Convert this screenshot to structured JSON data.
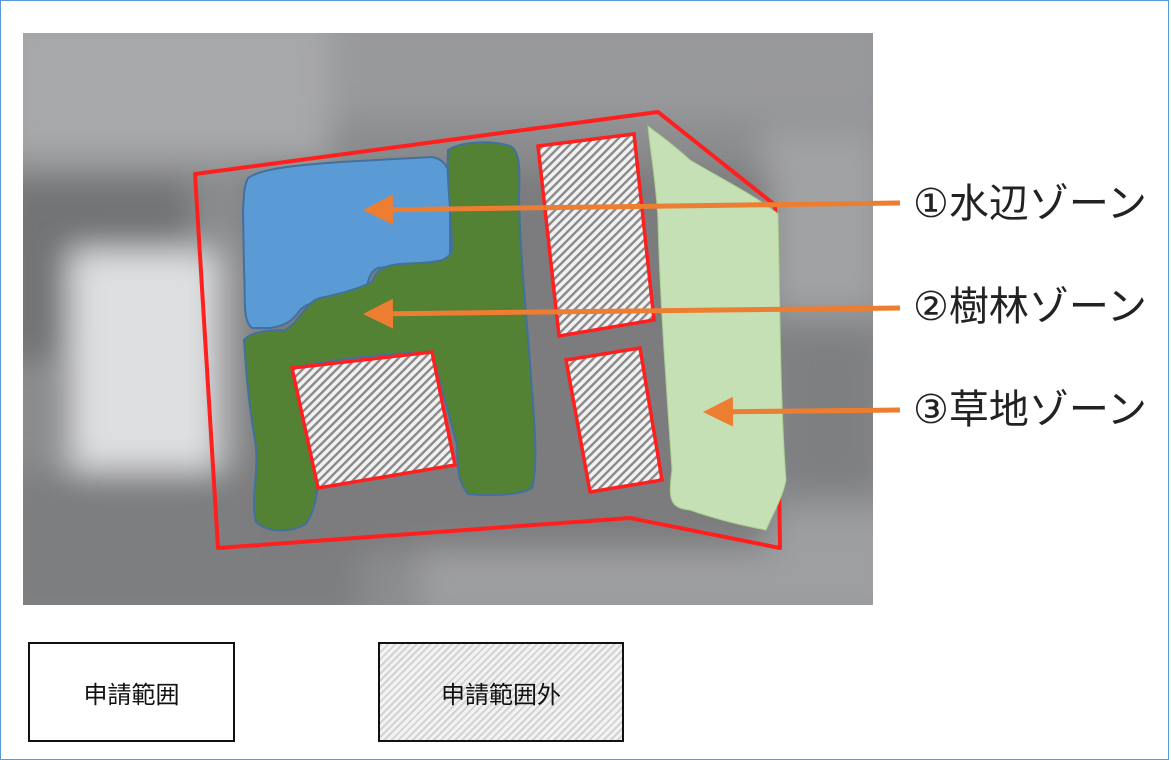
{
  "zones": [
    {
      "label": "①水辺ゾーン",
      "color": "#5b9bd5"
    },
    {
      "label": "②樹林ゾーン",
      "color": "#548235"
    },
    {
      "label": "③草地ゾーン",
      "color": "#c5e0b4"
    }
  ],
  "legend": {
    "in_scope": "申請範囲",
    "out_of_scope": "申請範囲外"
  },
  "colors": {
    "boundary": "#ff1f1f",
    "arrow": "#ed7d31",
    "frame": "#5b9bd5"
  }
}
